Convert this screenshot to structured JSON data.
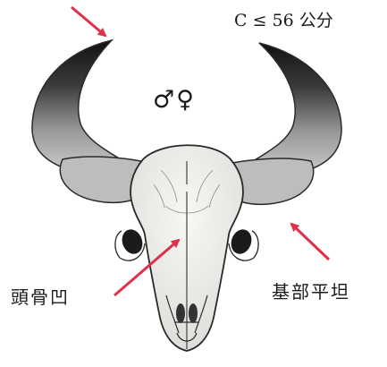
{
  "labels": {
    "measurement": "C ≤ 56 公分",
    "sex_symbols": "♂♀",
    "skull_depression": "頭骨凹",
    "flat_base": "基部平坦"
  },
  "colors": {
    "arrow": "#e03048",
    "line": "#2a2a2a",
    "horn_tip": "#151515",
    "horn": "#a9a9a9",
    "skull": "#f3f3f1"
  },
  "icons": {
    "sex": "male-female-symbol-icon"
  }
}
